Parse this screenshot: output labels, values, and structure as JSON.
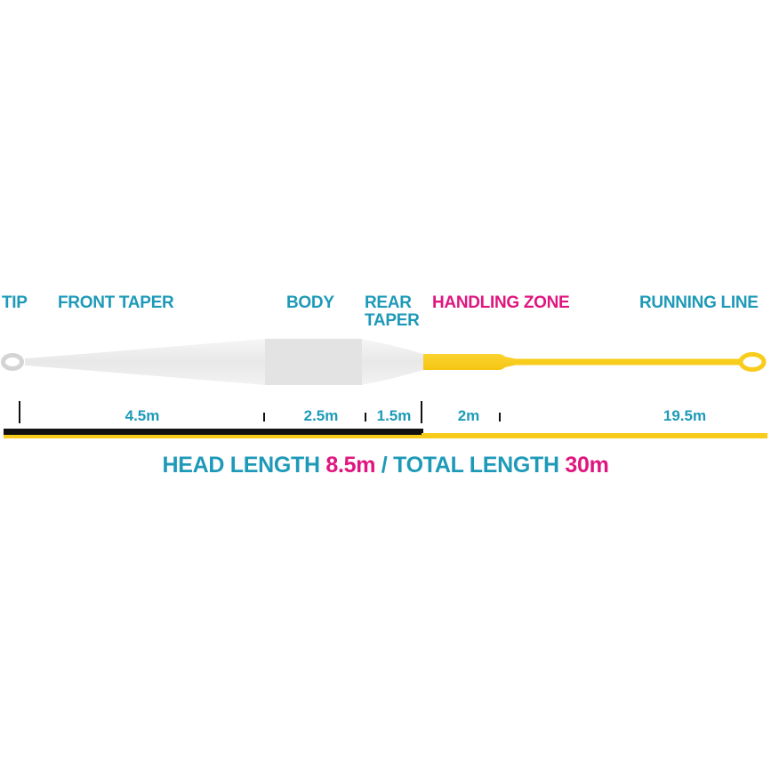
{
  "colors": {
    "label_blue": "#1e9ab8",
    "label_pink": "#e0157f",
    "head_white": "#eeeeee",
    "running_yellow": "#f8cc1b",
    "head_bar": "#111111"
  },
  "sections": {
    "tip": "TIP",
    "front_taper": "FRONT TAPER",
    "body": "BODY",
    "rear_taper_1": "REAR",
    "rear_taper_2": "TAPER",
    "handling_zone": "HANDLING ZONE",
    "running_line": "RUNNING LINE"
  },
  "lengths": {
    "front_taper": "4.5m",
    "body": "2.5m",
    "rear_taper": "1.5m",
    "handling_zone": "2m",
    "running_line": "19.5m"
  },
  "summary": {
    "head_label": "HEAD LENGTH ",
    "head_value": "8.5m",
    "separator": " / ",
    "total_label": "TOTAL LENGTH ",
    "total_value": "30m"
  }
}
